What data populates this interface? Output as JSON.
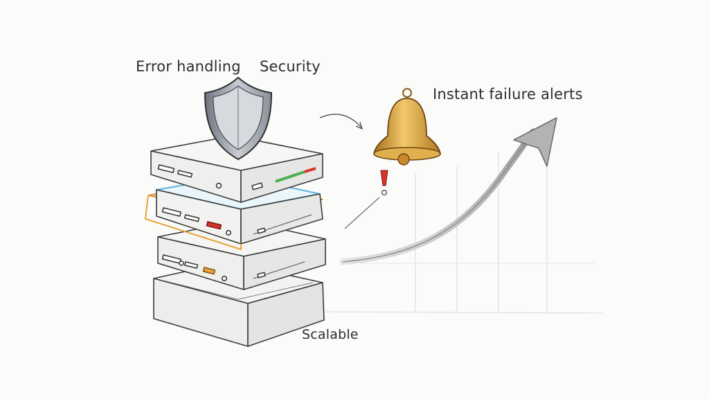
{
  "labels": {
    "error_handling": "Error handling",
    "security": "Security",
    "instant_alerts": "Instant failure alerts",
    "scalable": "Scalable"
  },
  "colors": {
    "pencil": "#3a3a3a",
    "shield": "#8c9099",
    "bell_gold": "#d9a441",
    "alert_red": "#d8342c",
    "highlight_blue": "#8ecbe8",
    "highlight_orange": "#e8a23a",
    "led_green": "#4caf50",
    "arrow_gray": "#a8a8a8"
  },
  "icons": {
    "shield": "shield-icon",
    "bell": "bell-icon",
    "exclamation": "exclamation-icon",
    "growth_arrow": "growth-arrow-icon",
    "server_stack": "server-stack-icon"
  }
}
